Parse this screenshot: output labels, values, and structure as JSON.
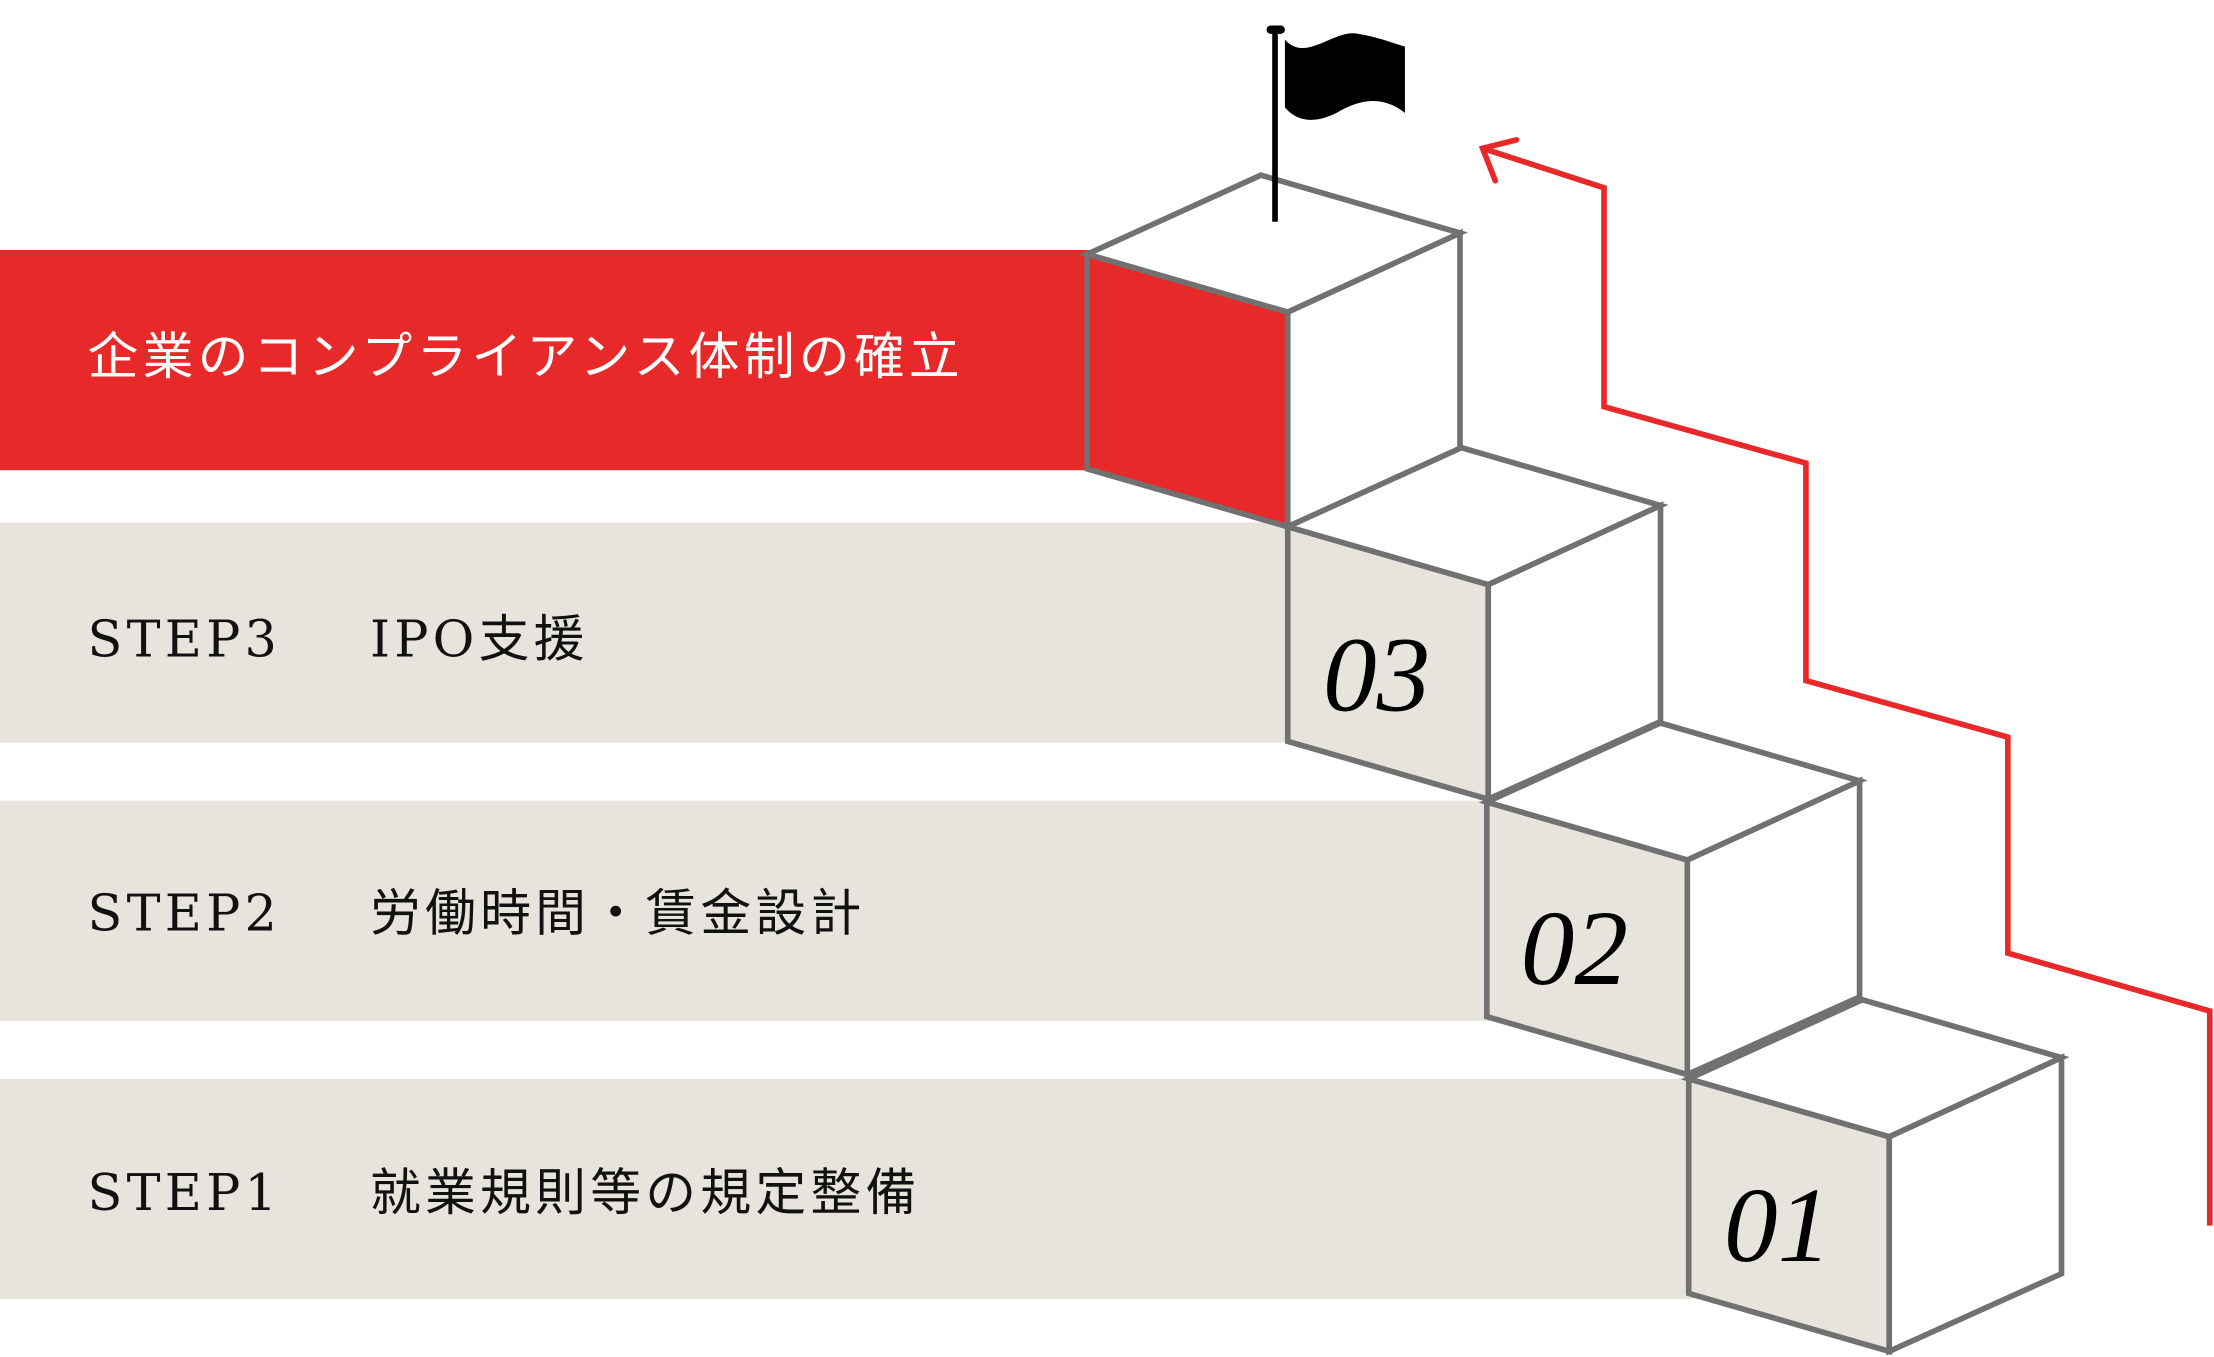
{
  "goal": {
    "label": "企業のコンプライアンス体制の確立"
  },
  "steps": [
    {
      "step": "STEP3",
      "title": "IPO支援",
      "number": "03"
    },
    {
      "step": "STEP2",
      "title": "労働時間・賃金設計",
      "number": "02"
    },
    {
      "step": "STEP1",
      "title": "就業規則等の規定整備",
      "number": "01"
    }
  ],
  "colors": {
    "accent": "#e8292a",
    "band": "#e7e4de",
    "stroke": "#717171"
  },
  "icons": [
    "flag-icon",
    "arrow-up-icon"
  ]
}
